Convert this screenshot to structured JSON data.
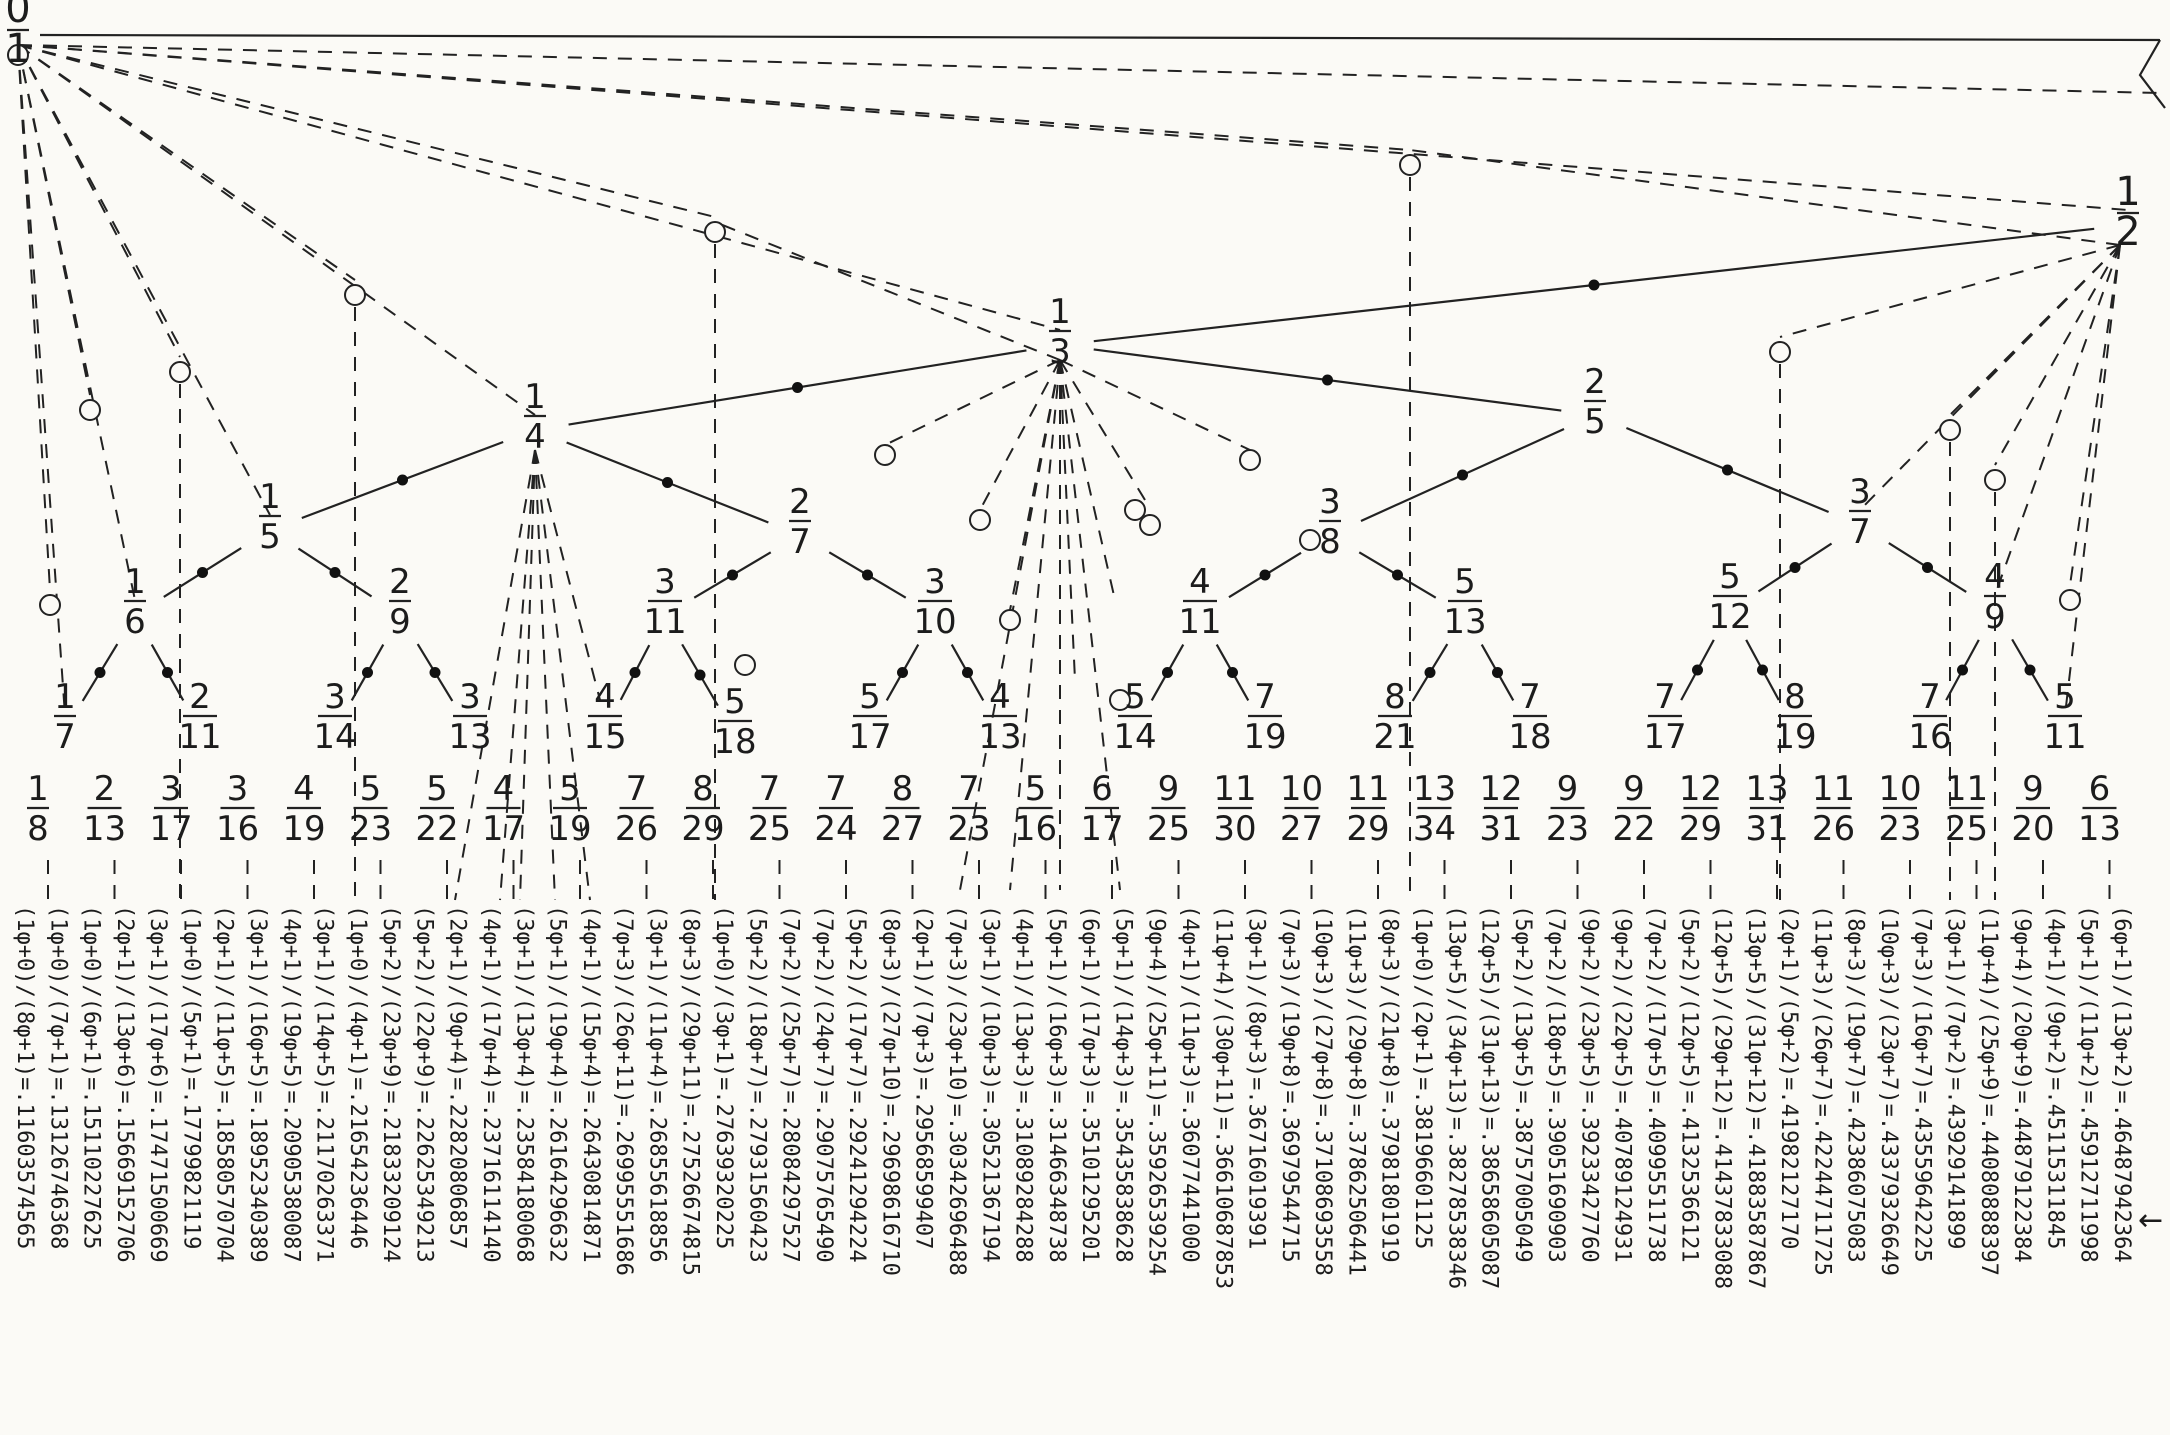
{
  "diagram": {
    "top_left": {
      "n": "0",
      "d": "1"
    },
    "top_right": {
      "n": "1",
      "d": "2"
    },
    "tree": [
      {
        "id": "a",
        "n": "1",
        "d": "3"
      },
      {
        "id": "b",
        "n": "1",
        "d": "4"
      },
      {
        "id": "c",
        "n": "2",
        "d": "5"
      },
      {
        "id": "d",
        "n": "1",
        "d": "5"
      },
      {
        "id": "e",
        "n": "2",
        "d": "7"
      },
      {
        "id": "f",
        "n": "3",
        "d": "8"
      },
      {
        "id": "g",
        "n": "3",
        "d": "7"
      },
      {
        "id": "h",
        "n": "1",
        "d": "6"
      },
      {
        "id": "i",
        "n": "2",
        "d": "9"
      },
      {
        "id": "j",
        "n": "3",
        "d": "11"
      },
      {
        "id": "k",
        "n": "3",
        "d": "10"
      },
      {
        "id": "l",
        "n": "4",
        "d": "11"
      },
      {
        "id": "m",
        "n": "5",
        "d": "13"
      },
      {
        "id": "n",
        "n": "5",
        "d": "12"
      },
      {
        "id": "o",
        "n": "4",
        "d": "9"
      },
      {
        "id": "p",
        "n": "1",
        "d": "7"
      },
      {
        "id": "q",
        "n": "2",
        "d": "11"
      },
      {
        "id": "r",
        "n": "3",
        "d": "14"
      },
      {
        "id": "s",
        "n": "3",
        "d": "13"
      },
      {
        "id": "t",
        "n": "4",
        "d": "15"
      },
      {
        "id": "u",
        "n": "5",
        "d": "18"
      },
      {
        "id": "v",
        "n": "5",
        "d": "17"
      },
      {
        "id": "w",
        "n": "4",
        "d": "13"
      },
      {
        "id": "x",
        "n": "5",
        "d": "14"
      },
      {
        "id": "y",
        "n": "7",
        "d": "19"
      },
      {
        "id": "z",
        "n": "8",
        "d": "21"
      },
      {
        "id": "aa",
        "n": "7",
        "d": "18"
      },
      {
        "id": "ab",
        "n": "7",
        "d": "17"
      },
      {
        "id": "ac",
        "n": "8",
        "d": "19"
      },
      {
        "id": "ad",
        "n": "7",
        "d": "16"
      },
      {
        "id": "ae",
        "n": "5",
        "d": "11"
      }
    ],
    "bottom_fractions": [
      {
        "n": "1",
        "d": "8"
      },
      {
        "n": "2",
        "d": "13"
      },
      {
        "n": "3",
        "d": "17"
      },
      {
        "n": "3",
        "d": "16"
      },
      {
        "n": "4",
        "d": "19"
      },
      {
        "n": "5",
        "d": "23"
      },
      {
        "n": "5",
        "d": "22"
      },
      {
        "n": "4",
        "d": "17"
      },
      {
        "n": "5",
        "d": "19"
      },
      {
        "n": "7",
        "d": "26"
      },
      {
        "n": "8",
        "d": "29"
      },
      {
        "n": "7",
        "d": "25"
      },
      {
        "n": "7",
        "d": "24"
      },
      {
        "n": "8",
        "d": "27"
      },
      {
        "n": "7",
        "d": "23"
      },
      {
        "n": "5",
        "d": "16"
      },
      {
        "n": "6",
        "d": "17"
      },
      {
        "n": "9",
        "d": "25"
      },
      {
        "n": "11",
        "d": "30"
      },
      {
        "n": "10",
        "d": "27"
      },
      {
        "n": "11",
        "d": "29"
      },
      {
        "n": "13",
        "d": "34"
      },
      {
        "n": "12",
        "d": "31"
      },
      {
        "n": "9",
        "d": "23"
      },
      {
        "n": "9",
        "d": "22"
      },
      {
        "n": "12",
        "d": "29"
      },
      {
        "n": "13",
        "d": "31"
      },
      {
        "n": "11",
        "d": "26"
      },
      {
        "n": "10",
        "d": "23"
      },
      {
        "n": "11",
        "d": "25"
      },
      {
        "n": "9",
        "d": "20"
      },
      {
        "n": "6",
        "d": "13"
      }
    ],
    "formulas": [
      "(1φ+0)/(8φ+1)=.11603574565",
      "(1φ+0)/(7φ+1)=.13126746368",
      "(1φ+0)/(6φ+1)=.15110227625",
      "(2φ+1)/(13φ+6)=.15669152706",
      "(3φ+1)/(17φ+6)=.17471500669",
      "(1φ+0)/(5φ+1)=.17799821119",
      "(2φ+1)/(11φ+5)=.18580570704",
      "(3φ+1)/(16φ+5)=.18952340389",
      "(4φ+1)/(19φ+5)=.20905380087",
      "(3φ+1)/(14φ+5)=.21170263371",
      "(1φ+0)/(4φ+1)=.21654236446",
      "(5φ+2)/(23φ+9)=.21833209124",
      "(5φ+2)/(22φ+9)=.22625349213",
      "(2φ+1)/(9φ+4)=.22820806857",
      "(4φ+1)/(17φ+4)=.23716114140",
      "(3φ+1)/(13φ+4)=.23584180068",
      "(5φ+1)/(19φ+4)=.26164296632",
      "(4φ+1)/(15φ+4)=.26430814871",
      "(7φ+3)/(26φ+11)=.26995551686",
      "(3φ+1)/(11φ+4)=.26855618856",
      "(8φ+3)/(29φ+11)=.27526674815",
      "(1φ+0)/(3φ+1)=.27639320225",
      "(5φ+2)/(18φ+7)=.27931560423",
      "(7φ+2)/(25φ+7)=.28084297527",
      "(7φ+2)/(24φ+7)=.29075765490",
      "(5φ+2)/(17φ+7)=.29241294224",
      "(8φ+3)/(27φ+10)=.29698616710",
      "(2φ+1)/(7φ+3)=.29568599407",
      "(7φ+3)/(23φ+10)=.30342696488",
      "(3φ+1)/(10φ+3)=.30521367194",
      "(4φ+1)/(13φ+3)=.31089284288",
      "(5φ+1)/(16φ+3)=.31466348738",
      "(6φ+1)/(17φ+3)=.35101295201",
      "(5φ+1)/(14φ+3)=.35435838628",
      "(9φ+4)/(25φ+11)=.35926539254",
      "(4φ+1)/(11φ+3)=.36077441000",
      "(11φ+4)/(30φ+11)=.36610687853",
      "(3φ+1)/(8φ+3)=.36716019391",
      "(7φ+3)/(19φ+8)=.36979544715",
      "(10φ+3)/(27φ+8)=.37108693558",
      "(11φ+3)/(29φ+8)=.37862506441",
      "(8φ+3)/(21φ+8)=.37981801919",
      "(1φ+0)/(2φ+1)=.38196601125",
      "(13φ+5)/(34φ+13)=.38278538346",
      "(12φ+5)/(31φ+13)=.38658605087",
      "(5φ+2)/(13φ+5)=.38757005049",
      "(7φ+2)/(18φ+5)=.39051690903",
      "(9φ+2)/(23φ+5)=.39233427760",
      "(9φ+2)/(22φ+5)=.40789124931",
      "(7φ+2)/(17φ+5)=.40995511738",
      "(5φ+2)/(12φ+5)=.41325366121",
      "(12φ+5)/(29φ+12)=.41437833088",
      "(13φ+5)/(31φ+12)=.41883587867",
      "(2φ+1)/(5φ+2)=.41982127170",
      "(11φ+3)/(26φ+7)=.42244711725",
      "(8φ+3)/(19φ+7)=.42386075083",
      "(10φ+3)/(23φ+7)=.43379326649",
      "(7φ+3)/(16φ+7)=.43559642225",
      "(3φ+1)/(7φ+2)=.43929141899",
      "(11φ+4)/(25φ+9)=.44080888397",
      "(9φ+4)/(20φ+9)=.44879122384",
      "(4φ+1)/(9φ+2)=.45115311845",
      "(5φ+1)/(11φ+2)=.45912711998",
      "(6φ+1)/(13φ+2)=.46487942364"
    ]
  }
}
